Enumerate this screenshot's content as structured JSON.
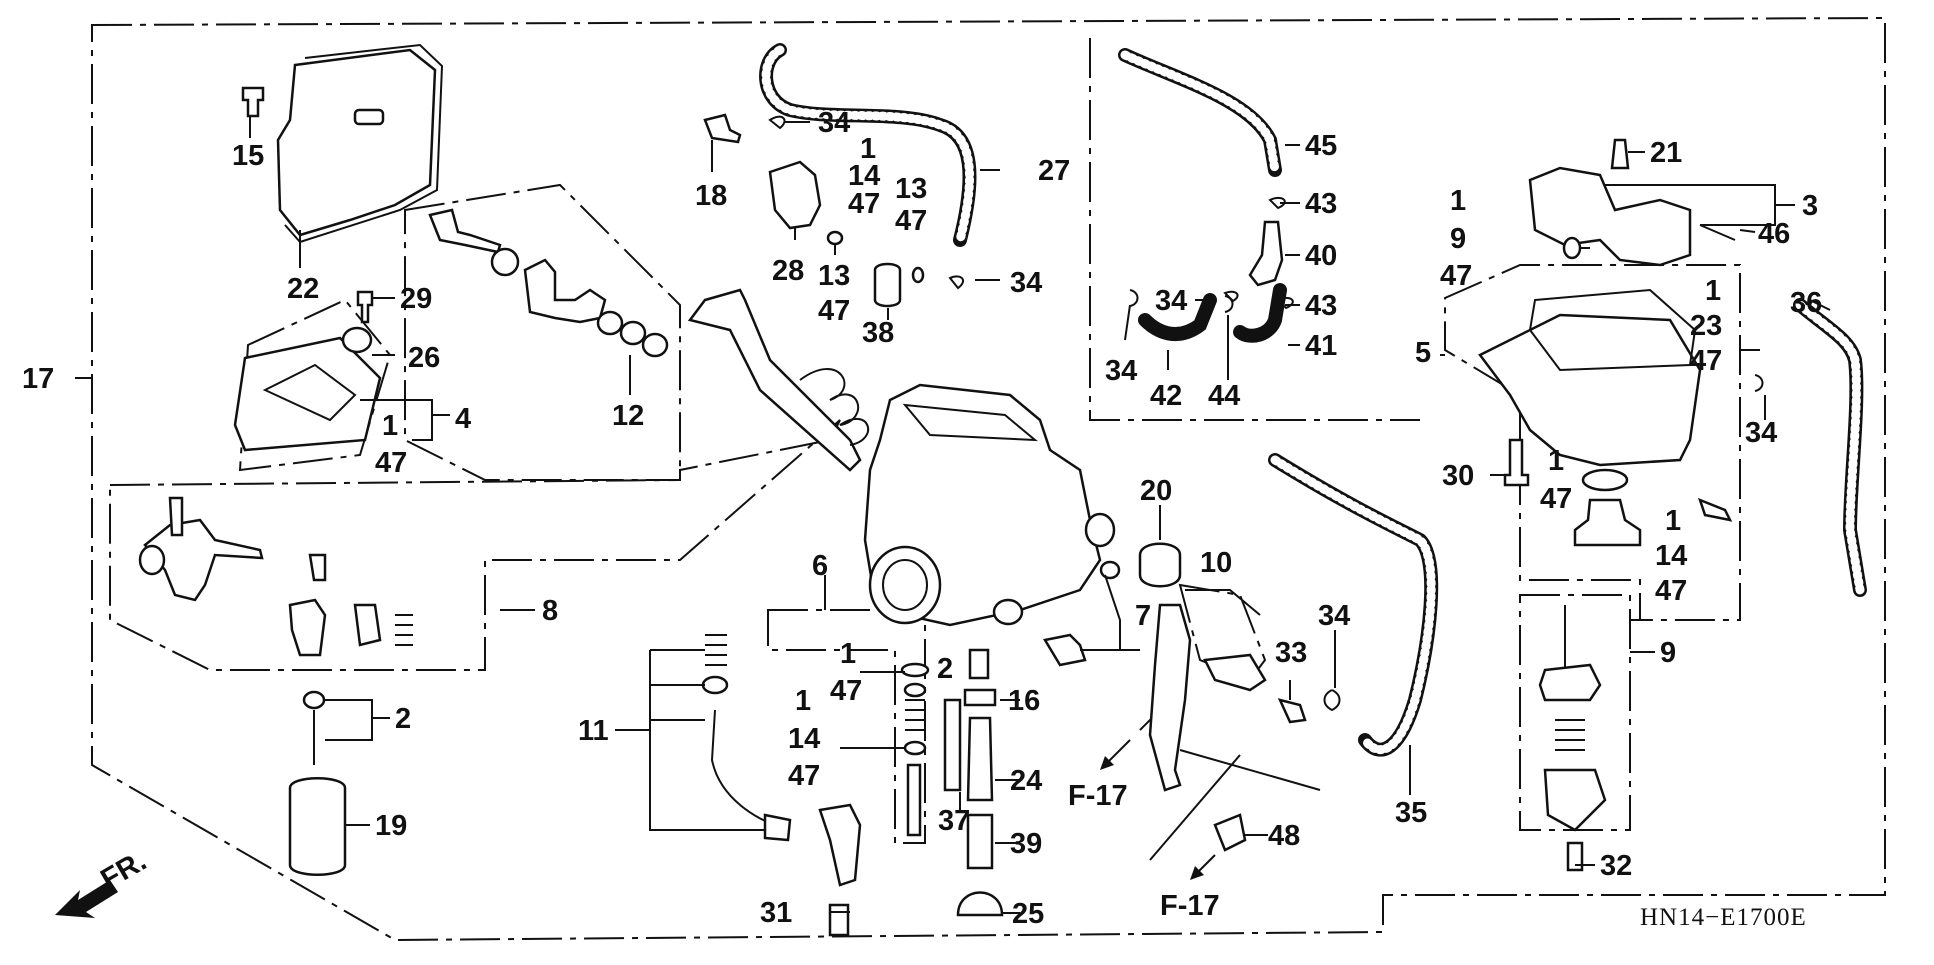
{
  "diagram_code": "HN14−E1700E",
  "direction_label": "FR.",
  "ref_label": "F-17",
  "callouts": {
    "c1": "1",
    "c2": "2",
    "c3": "3",
    "c4": "4",
    "c5": "5",
    "c6": "6",
    "c7": "7",
    "c8": "8",
    "c9": "9",
    "c10": "10",
    "c11": "11",
    "c12": "12",
    "c13": "13",
    "c14": "14",
    "c15": "15",
    "c16": "16",
    "c17": "17",
    "c18": "18",
    "c19": "19",
    "c20": "20",
    "c21": "21",
    "c22": "22",
    "c23": "23",
    "c24": "24",
    "c25": "25",
    "c26": "26",
    "c27": "27",
    "c28": "28",
    "c29": "29",
    "c30": "30",
    "c31": "31",
    "c32": "32",
    "c33": "33",
    "c34": "34",
    "c35": "35",
    "c36": "36",
    "c37": "37",
    "c38": "38",
    "c39": "39",
    "c40": "40",
    "c41": "41",
    "c42": "42",
    "c43": "43",
    "c44": "44",
    "c45": "45",
    "c46": "46",
    "c47": "47",
    "c48": "48"
  }
}
